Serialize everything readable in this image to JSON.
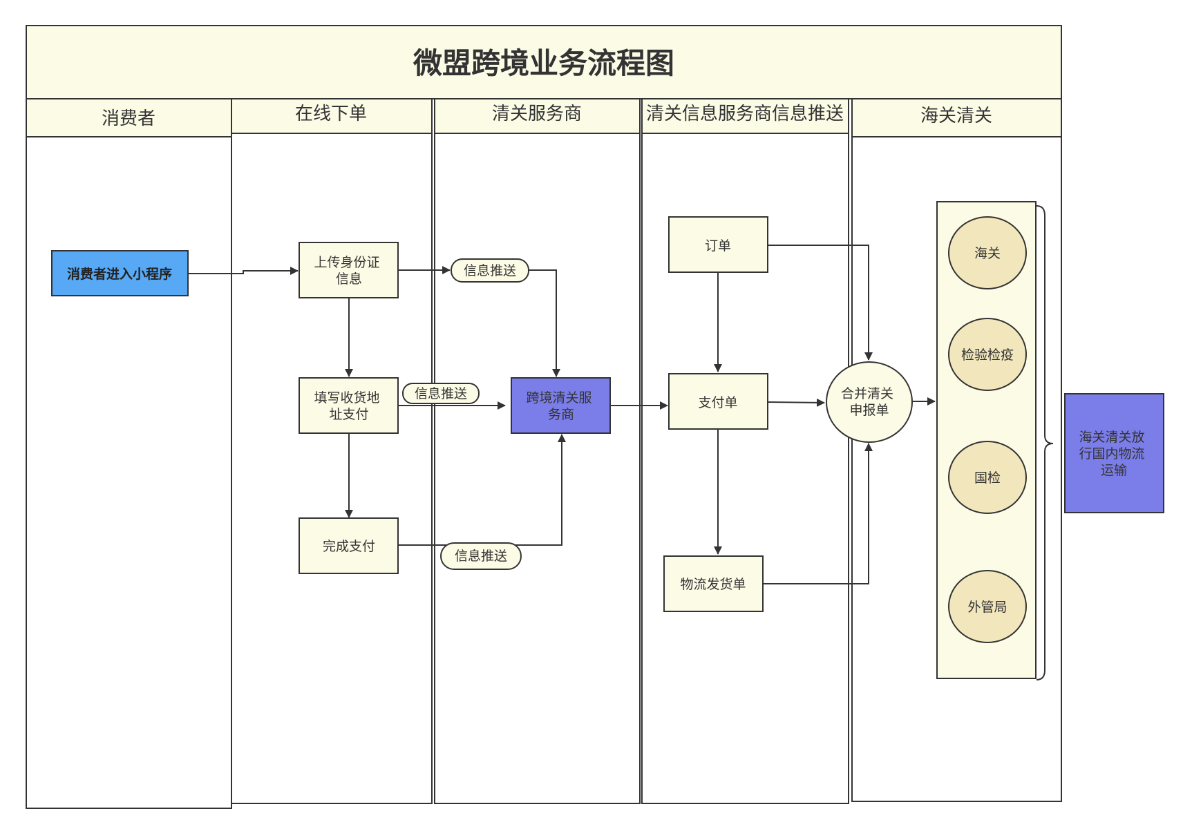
{
  "title": "微盟跨境业务流程图",
  "lanes": [
    "消费者",
    "在线下单",
    "清关服务商",
    "清关信息服务商信息推送",
    "海关清关"
  ],
  "nodes": {
    "enter_miniprogram": "消费者进入小程序",
    "upload_id": [
      "上传身份证",
      "信息"
    ],
    "fill_address": [
      "填写收货地",
      "址支付"
    ],
    "complete_payment": "完成支付",
    "crossborder_provider": [
      "跨境清关服",
      "务商"
    ],
    "order": "订单",
    "payment_slip": "支付单",
    "logistics_slip": "物流发货单",
    "merge_declaration": [
      "合并清关",
      "申报单"
    ],
    "customs": "海关",
    "inspection": "检验检疫",
    "national_inspection": "国检",
    "forex_bureau": "外管局",
    "release": [
      "海关清关放",
      "行国内物流",
      "运输"
    ]
  },
  "labels": {
    "push_1": "信息推送",
    "push_2": "信息推送",
    "push_3": "信息推送"
  },
  "colors": {
    "background": "#ffffff",
    "header_fill": "#fcfbe6",
    "node_fill": "#fcfbe6",
    "start_fill": "#57a8f5",
    "provider_fill": "#7b7ee8",
    "circle_fill": "#f2e6bd",
    "stroke": "#333333"
  }
}
